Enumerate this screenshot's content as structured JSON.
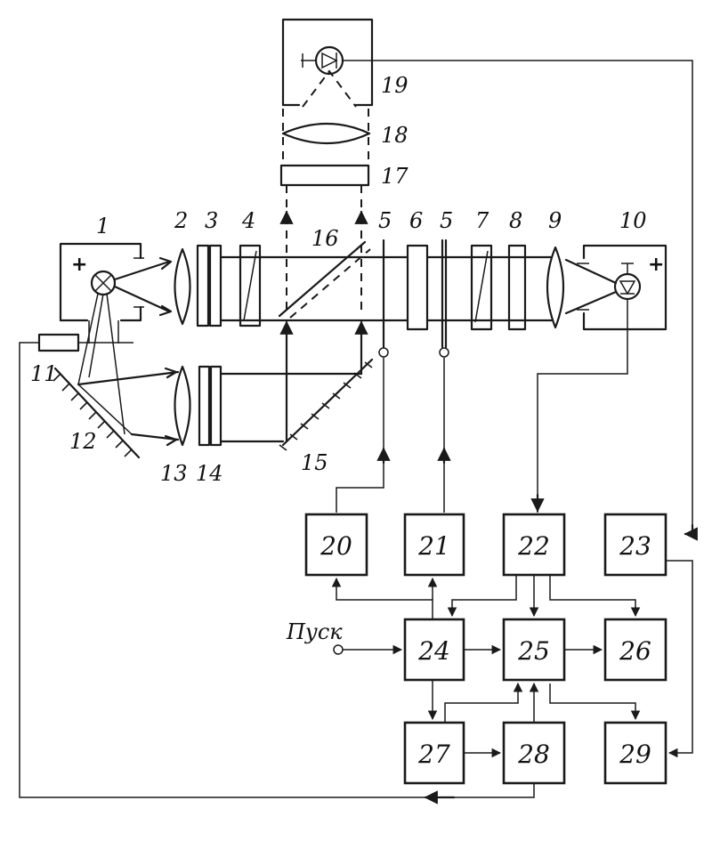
{
  "labels": {
    "c1": "1",
    "c2": "2",
    "c3": "3",
    "c4": "4",
    "c5a": "5",
    "c6": "6",
    "c5b": "5",
    "c7": "7",
    "c8": "8",
    "c9": "9",
    "c10": "10",
    "c11": "11",
    "c12": "12",
    "c13": "13",
    "c14": "14",
    "c15": "15",
    "c16": "16",
    "c17": "17",
    "c18": "18",
    "c19": "19"
  },
  "blocks": {
    "b20": "20",
    "b21": "21",
    "b22": "22",
    "b23": "23",
    "b24": "24",
    "b25": "25",
    "b26": "26",
    "b27": "27",
    "b28": "28",
    "b29": "29"
  },
  "start_label": "Пуск",
  "signs": {
    "plus": "+",
    "minus": "-"
  }
}
